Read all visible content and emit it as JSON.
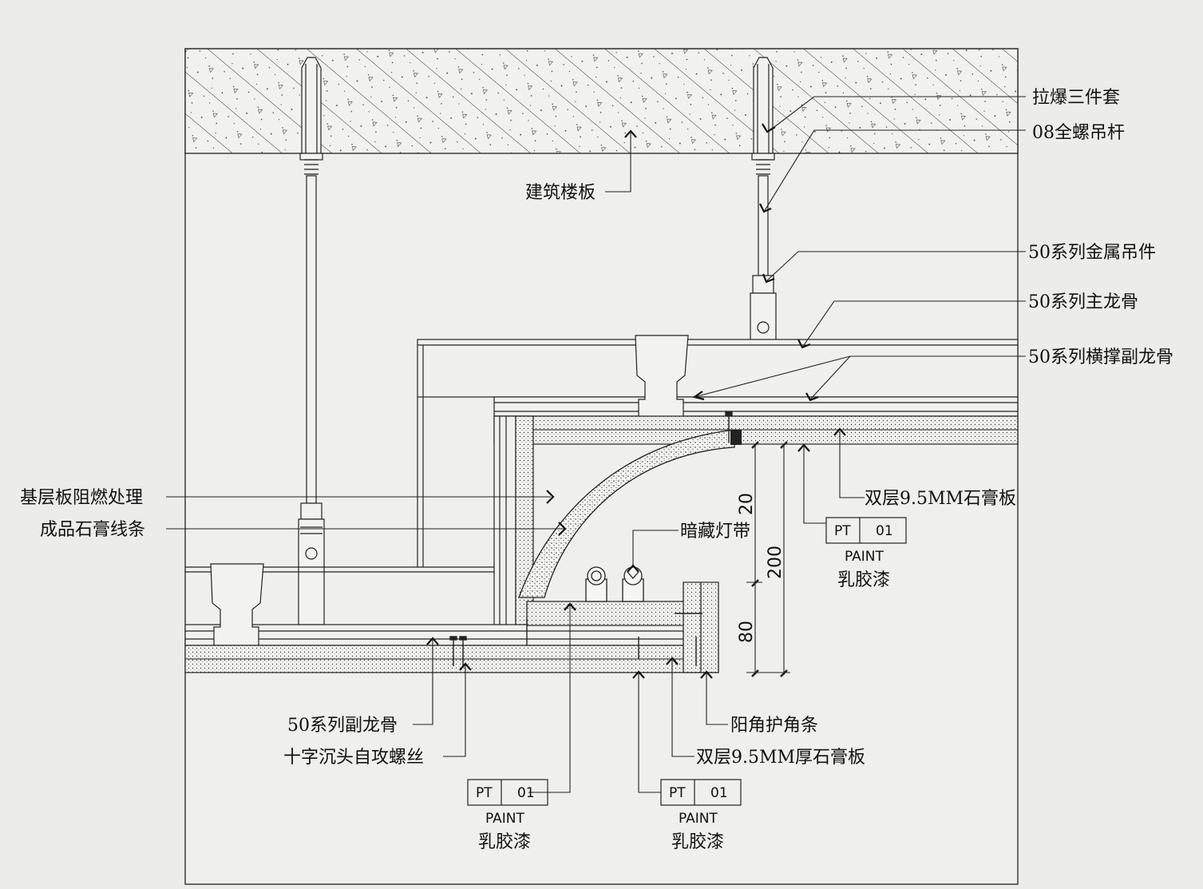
{
  "labels": {
    "anchor": "拉爆三件套",
    "rod": "08全螺吊杆",
    "slab": "建筑楼板",
    "hanger": "50系列金属吊件",
    "main_keel": "50系列主龙骨",
    "cross_keel": "50系列横撑副龙骨",
    "fire_base": "基层板阻燃处理",
    "molding": "成品石膏线条",
    "led_strip": "暗藏灯带",
    "gypsum_right": "双层9.5MM石膏板",
    "sub_keel": "50系列副龙骨",
    "screw": "十字沉头自攻螺丝",
    "corner_guard": "阳角护角条",
    "gypsum_bottom": "双层9.5MM厚石膏板"
  },
  "dimensions": [
    "20",
    "200",
    "80"
  ],
  "finish_tags": [
    {
      "code": "PT",
      "number": "01",
      "type": "PAINT",
      "name": "乳胶漆"
    },
    {
      "code": "PT",
      "number": "01",
      "type": "PAINT",
      "name": "乳胶漆"
    },
    {
      "code": "PT",
      "number": "01",
      "type": "PAINT",
      "name": "乳胶漆"
    }
  ]
}
